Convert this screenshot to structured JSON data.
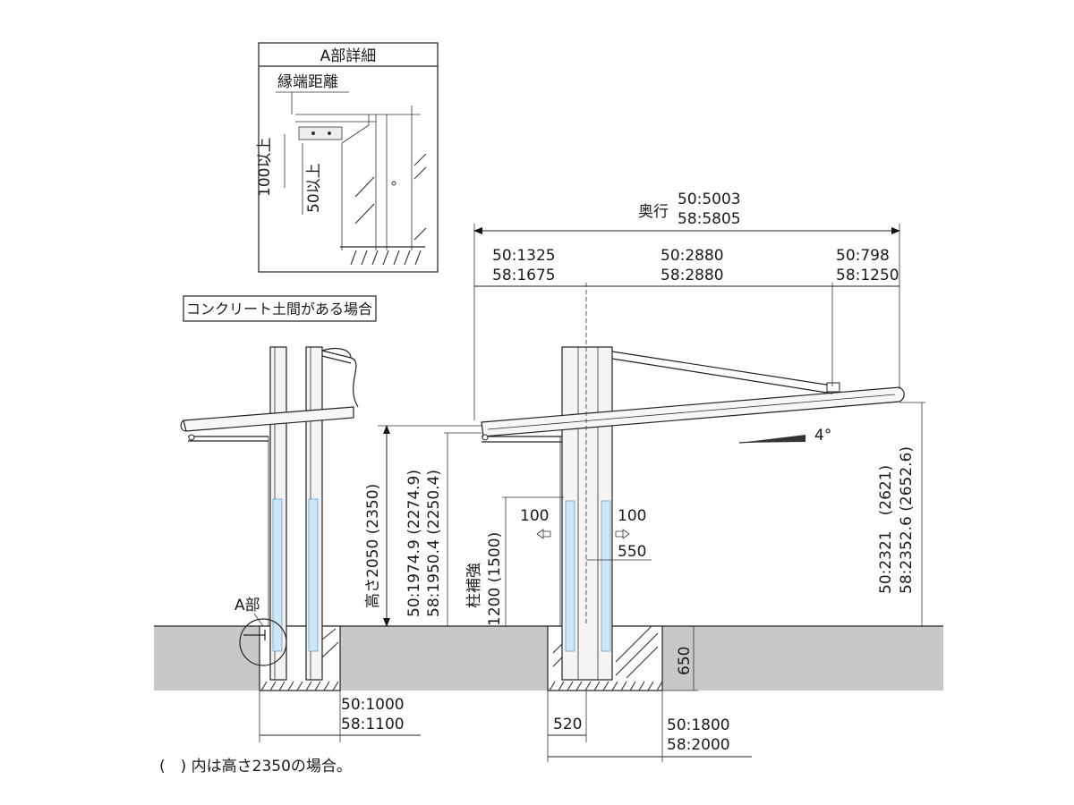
{
  "detail": {
    "title": "A部詳細",
    "edge_label": "縁端距離",
    "dim_100": "100以上",
    "dim_50": "50以上"
  },
  "concrete_label": "コンクリート土間がある場合",
  "depth": {
    "label": "奥行",
    "line1": "50:5003",
    "line2": "58:5805"
  },
  "segments": [
    {
      "line1": "50:1325",
      "line2": "58:1675"
    },
    {
      "line1": "50:2880",
      "line2": "58:2880"
    },
    {
      "line1": "50:798",
      "line2": "58:1250"
    }
  ],
  "angle_label": "4°",
  "height_label": "高さ2050 (2350)",
  "eave_height": {
    "line1": "50:1974.9 (2274.9)",
    "line2": "58:1950.4 (2250.4)"
  },
  "reinforce": {
    "line1": "柱補強",
    "line2": "1200 (1500)"
  },
  "offset_left": "100",
  "offset_right": "100",
  "post_depth": "550",
  "high_side": {
    "line1": "50:2321　(2621)",
    "line2": "58:2352.6 (2652.6)"
  },
  "foundation_depth": "650",
  "a_label": "A部",
  "left_base": {
    "line1": "50:1000",
    "line2": "58:1100"
  },
  "right_offset": "520",
  "right_base": {
    "line1": "50:1800",
    "line2": "58:2000"
  },
  "footnote": "(　) 内は高さ2350の場合。",
  "colors": {
    "ground": "#c8c8c8",
    "glass": "#cfe6f5",
    "line": "#222222"
  }
}
